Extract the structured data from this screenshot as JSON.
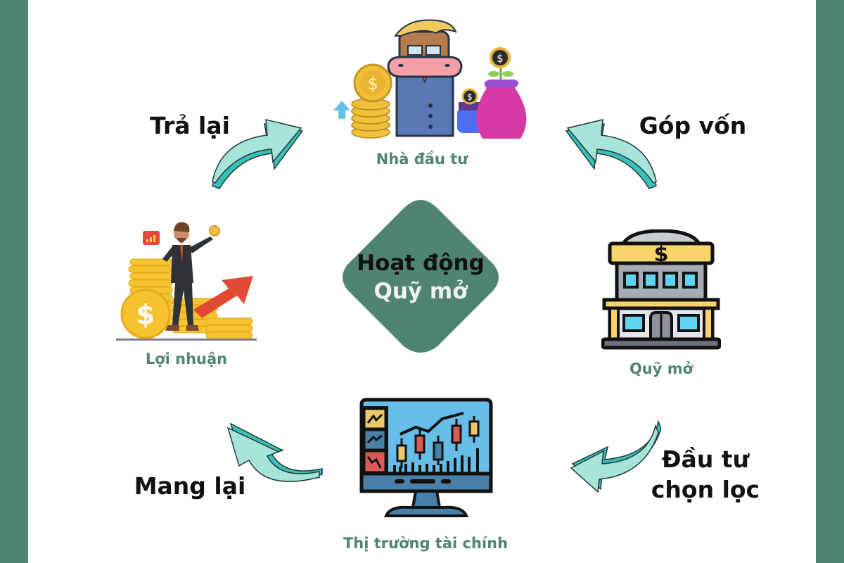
{
  "theme": {
    "accent_green": "#4f8470",
    "arrow_fill": "#a6e3d8",
    "arrow_edge": "#3bbfb8",
    "text_dark": "#111111"
  },
  "center": {
    "line1": "Hoạt động",
    "line2": "Quỹ mở"
  },
  "nodes": {
    "investor": {
      "label": "Nhà đầu tư",
      "icon": "investor-cow-coins-icon"
    },
    "fund": {
      "label": "Quỹ mở",
      "icon": "bank-building-icon"
    },
    "market": {
      "label": "Thị trường tài chính",
      "icon": "stock-monitor-icon"
    },
    "profit": {
      "label": "Lợi nhuận",
      "icon": "businessman-coins-icon"
    }
  },
  "flows": {
    "contribute": "Góp vốn",
    "invest_line1": "Đầu tư",
    "invest_line2": "chọn lọc",
    "bring": "Mang lại",
    "return": "Trả lại"
  }
}
